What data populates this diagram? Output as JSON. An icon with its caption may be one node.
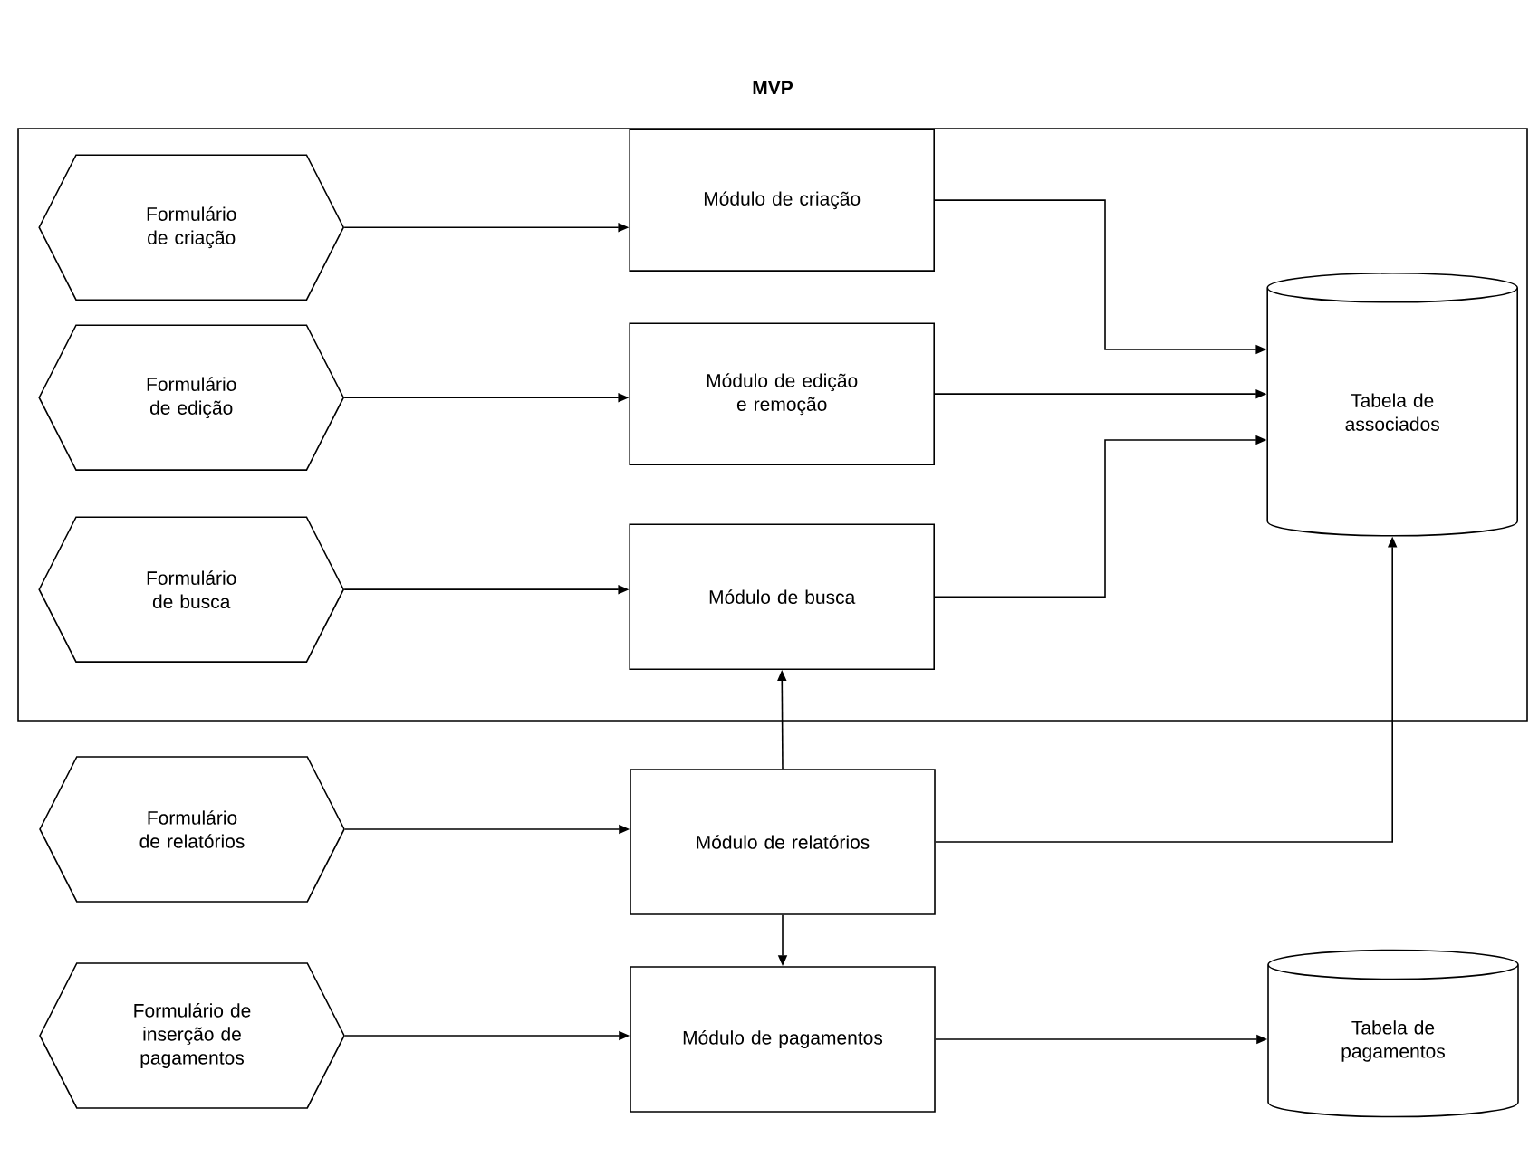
{
  "diagram": {
    "nodes": [
      {
        "text": [
          "MVP"
        ]
      },
      {
        "text": [
          "Formulário de criação"
        ],
        "in": 0
      },
      {
        "text": [
          "Módulo de criação"
        ],
        "in": 0
      },
      {
        "text": [
          "Tabela de associados"
        ],
        "in": 0
      },
      {
        "text": [
          "Formulário de edição"
        ],
        "in": 0
      },
      {
        "text": [
          "Módulo de edição e remoção"
        ],
        "in": 0
      },
      {
        "text": [
          "Formulário de busca"
        ],
        "in": 0
      },
      {
        "text": [
          "Módulo de busca"
        ],
        "in": 0
      },
      {
        "text": [
          "Formulário de relatórios"
        ]
      },
      {
        "text": [
          "Módulo de relatórios"
        ]
      },
      {
        "text": [
          "Formulário de inserção de pagamentos"
        ]
      },
      {
        "text": [
          "Módulo de pagamentos"
        ]
      },
      {
        "text": [
          "Tabela de pagamentos"
        ]
      }
    ],
    "edges": [
      {
        "from": 1,
        "to": 2,
        "arrow": "to"
      },
      {
        "from": 4,
        "to": 5,
        "arrow": "to"
      },
      {
        "from": 6,
        "to": 7,
        "arrow": "to"
      },
      {
        "from": 8,
        "to": 9,
        "arrow": "to"
      },
      {
        "from": 10,
        "to": 11,
        "arrow": "to"
      },
      {
        "from": 2,
        "to": 3,
        "arrow": "to"
      },
      {
        "from": 5,
        "to": 3,
        "arrow": "to"
      },
      {
        "from": 7,
        "to": 3,
        "arrow": "to"
      },
      {
        "from": 9,
        "to": 7,
        "arrow": "to"
      },
      {
        "from": 9,
        "to": 3,
        "arrow": "to"
      },
      {
        "from": 9,
        "to": 11,
        "arrow": "to"
      },
      {
        "from": 11,
        "to": 12,
        "arrow": "to"
      }
    ]
  }
}
